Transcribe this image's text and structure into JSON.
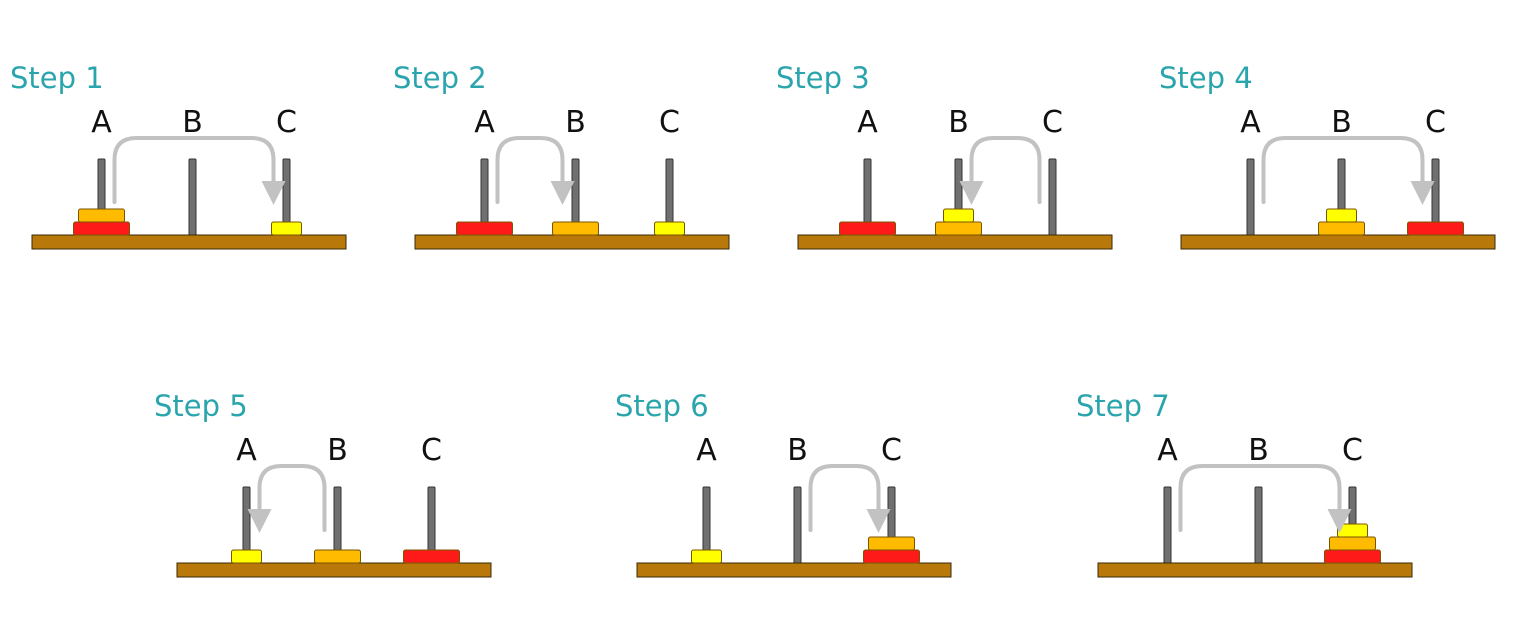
{
  "colors": {
    "title": "#2aa5ad",
    "label": "#111111",
    "board": "#b8780a",
    "board_stroke": "#3a2a05",
    "peg": "#707070",
    "peg_stroke": "#333333",
    "arrow": "#c2c2c2",
    "disk_small": "#ffff00",
    "disk_medium": "#ffbb00",
    "disk_large": "#ff1a1a"
  },
  "peg_labels": [
    "A",
    "B",
    "C"
  ],
  "steps": [
    {
      "title": "Step 1",
      "pegs": [
        [
          "large",
          "medium"
        ],
        [],
        [
          "small"
        ]
      ],
      "move": {
        "from": 0,
        "to": 2
      }
    },
    {
      "title": "Step 2",
      "pegs": [
        [
          "large"
        ],
        [
          "medium"
        ],
        [
          "small"
        ]
      ],
      "move": {
        "from": 0,
        "to": 1
      }
    },
    {
      "title": "Step 3",
      "pegs": [
        [
          "large"
        ],
        [
          "medium",
          "small"
        ],
        []
      ],
      "move": {
        "from": 2,
        "to": 1
      }
    },
    {
      "title": "Step 4",
      "pegs": [
        [],
        [
          "medium",
          "small"
        ],
        [
          "large"
        ]
      ],
      "move": {
        "from": 0,
        "to": 2
      }
    },
    {
      "title": "Step 5",
      "pegs": [
        [
          "small"
        ],
        [
          "medium"
        ],
        [
          "large"
        ]
      ],
      "move": {
        "from": 1,
        "to": 0
      }
    },
    {
      "title": "Step 6",
      "pegs": [
        [
          "small"
        ],
        [],
        [
          "large",
          "medium"
        ]
      ],
      "move": {
        "from": 1,
        "to": 2
      }
    },
    {
      "title": "Step 7",
      "pegs": [
        [],
        [],
        [
          "large",
          "medium",
          "small"
        ]
      ],
      "move": {
        "from": 0,
        "to": 2
      }
    }
  ]
}
